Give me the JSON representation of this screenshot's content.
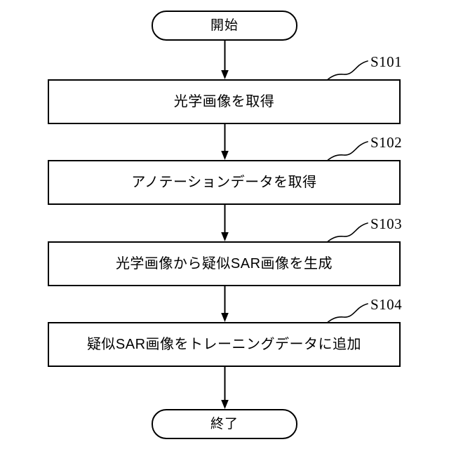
{
  "diagram": {
    "title": "SAR training data generation flowchart",
    "background_color": "#ffffff",
    "line_color": "#000000"
  },
  "nodes": {
    "start": {
      "label": "開始",
      "shape": "terminator"
    },
    "end": {
      "label": "終了",
      "shape": "terminator"
    },
    "steps": [
      {
        "ref": "S101",
        "label": "光学画像を取得",
        "shape": "process"
      },
      {
        "ref": "S102",
        "label": "アノテーションデータを取得",
        "shape": "process"
      },
      {
        "ref": "S103",
        "label": "光学画像から疑似SAR画像を生成",
        "shape": "process"
      },
      {
        "ref": "S104",
        "label": "疑似SAR画像をトレーニングデータに追加",
        "shape": "process"
      }
    ]
  },
  "connectors": [
    {
      "name": "start-to-s101"
    },
    {
      "name": "s101-to-s102"
    },
    {
      "name": "s102-to-s103"
    },
    {
      "name": "s103-to-s104"
    },
    {
      "name": "s104-to-end"
    }
  ]
}
